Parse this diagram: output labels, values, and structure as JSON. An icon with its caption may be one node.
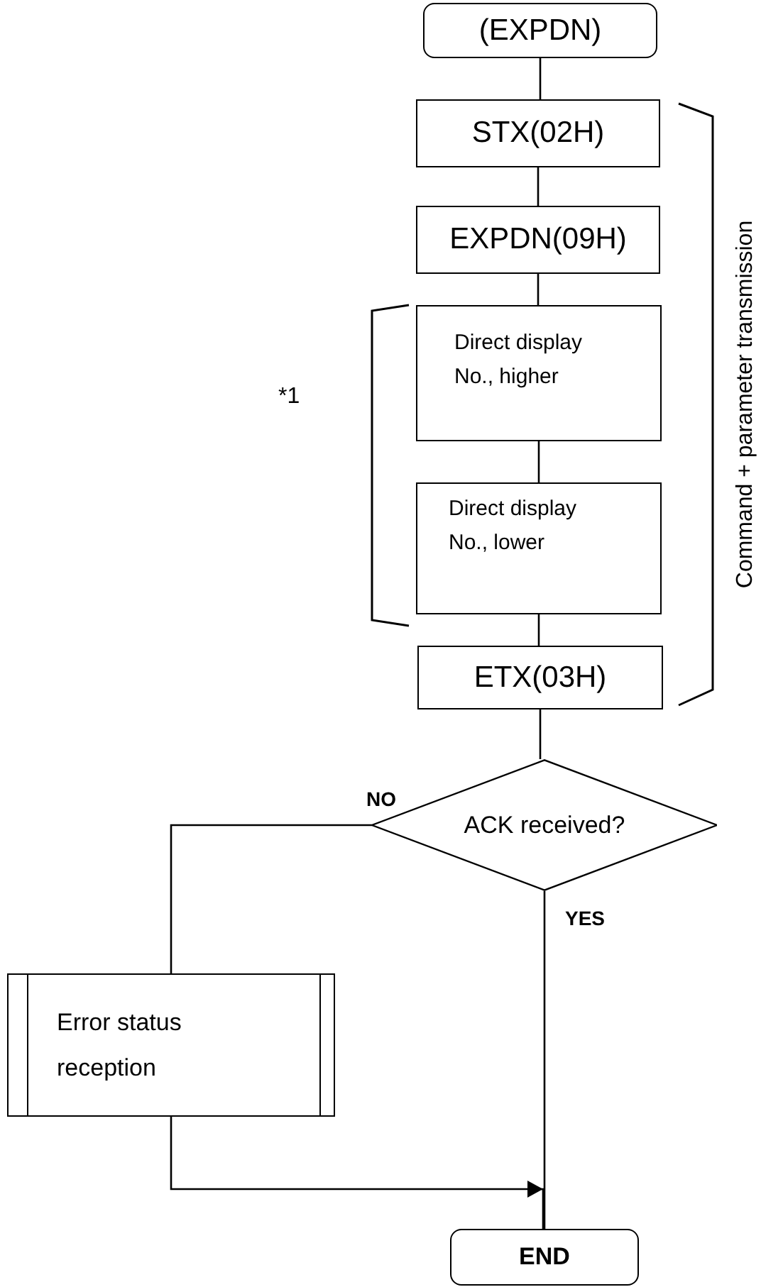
{
  "diagram": {
    "nodes": [
      {
        "text": [
          "(EXPDN)"
        ]
      },
      {
        "text": [
          "STX(02H)"
        ]
      },
      {
        "text": [
          "EXPDN(09H)"
        ]
      },
      {
        "text": [
          "Direct display No., higher"
        ]
      },
      {
        "text": [
          "Direct display No., lower"
        ]
      },
      {
        "text": [
          "ETX(03H)"
        ]
      },
      {
        "text": [
          "ACK received?"
        ]
      },
      {
        "text": [
          "Error status reception"
        ]
      },
      {
        "text": [
          "END"
        ]
      }
    ],
    "edges": [
      {
        "from": 0,
        "to": 1,
        "arrow": "none"
      },
      {
        "from": 1,
        "to": 2,
        "arrow": "none"
      },
      {
        "from": 2,
        "to": 3,
        "arrow": "none"
      },
      {
        "from": 3,
        "to": 4,
        "arrow": "none"
      },
      {
        "from": 4,
        "to": 5,
        "arrow": "none"
      },
      {
        "from": 5,
        "to": 6,
        "arrow": "none"
      },
      {
        "from": 6,
        "to": 7,
        "label": "NO",
        "arrow": "none"
      },
      {
        "from": 6,
        "to": 8,
        "label": "YES",
        "arrow": "none"
      },
      {
        "from": 7,
        "to": 8,
        "arrow": "to"
      }
    ],
    "labels": [
      "*1",
      "Command + parameter transmission"
    ]
  }
}
